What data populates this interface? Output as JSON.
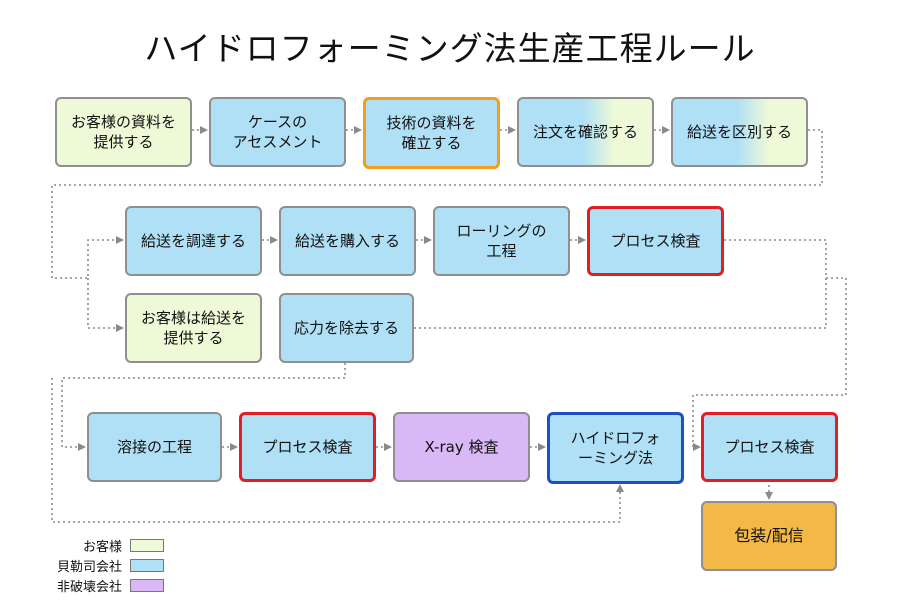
{
  "title": "ハイドロフォーミング法生産工程ルール",
  "colors": {
    "customer": "#eef9d7",
    "company": "#b0e0f5",
    "ndt": "#d8b8f5",
    "packaging": "#f2b949",
    "highlight_orange": "#f0a01e",
    "highlight_red": "#e01e26",
    "highlight_blue": "#1f4fc4",
    "connector": "#8a8a8a"
  },
  "steps": {
    "s1": "お客様の資料を\n提供する",
    "s2": "ケースの\nアセスメント",
    "s3": "技術の資料を\n確立する",
    "s4": "注文を確認する",
    "s5": "給送を区別する",
    "s6": "給送を調達する",
    "s7": "給送を購入する",
    "s8": "ローリングの\n工程",
    "s9": "プロセス検査",
    "s10": "お客様は給送を\n提供する",
    "s11": "応力を除去する",
    "s12": "溶接の工程",
    "s13": "プロセス検査",
    "s14": "X-ray 検査",
    "s15": "ハイドロフォ\nーミング法",
    "s16": "プロセス検査",
    "s17": "包装/配信"
  },
  "legend": {
    "customer": "お客様",
    "company": "貝勒司会社",
    "ndt": "非破壊会社"
  }
}
